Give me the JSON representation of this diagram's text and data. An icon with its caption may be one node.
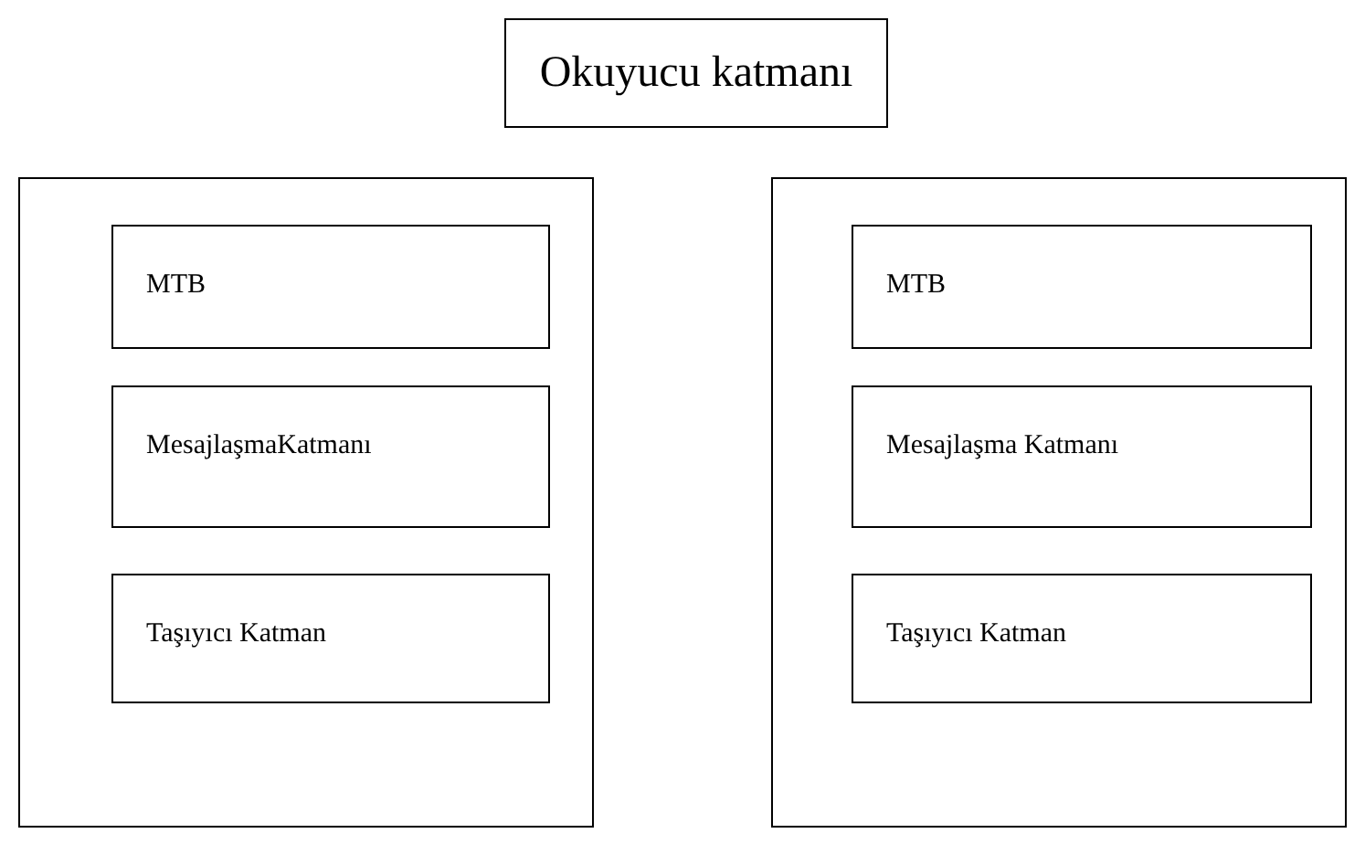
{
  "diagram": {
    "nodes": [
      {
        "text": [
          "Okuyucu katmanı"
        ]
      },
      {
        "text": [],
        "shape": "box"
      },
      {
        "text": [
          "MTB"
        ],
        "in": 1
      },
      {
        "text": [
          "MesajlaşmaKatmanı"
        ],
        "in": 1
      },
      {
        "text": [
          "Taşıyıcı Katman"
        ],
        "in": 1
      },
      {
        "text": [],
        "shape": "box"
      },
      {
        "text": [
          "MTB"
        ],
        "in": 5
      },
      {
        "text": [
          "Mesajlaşma Katmanı"
        ],
        "in": 5
      },
      {
        "text": [
          "Taşıyıcı Katman"
        ],
        "in": 5
      }
    ]
  }
}
